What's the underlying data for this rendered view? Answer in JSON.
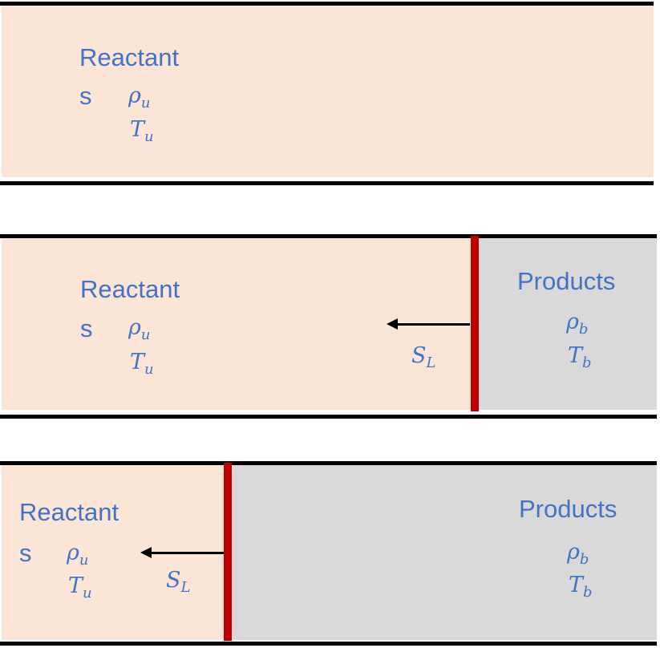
{
  "colors": {
    "reactants_fill": "#fbe5d6",
    "products_fill": "#d9d9d9",
    "flame_front": "#c00000",
    "label_text": "#4472c4",
    "wall": "#000000"
  },
  "panels": [
    {
      "reactants": {
        "label_line1": "Reactant",
        "label_line2": "s",
        "rho": "ρ",
        "rho_sub": "u",
        "T": "T",
        "T_sub": "u"
      }
    },
    {
      "reactants": {
        "label_line1": "Reactant",
        "label_line2": "s",
        "rho": "ρ",
        "rho_sub": "u",
        "T": "T",
        "T_sub": "u"
      },
      "flame": {
        "speed": "S",
        "speed_sub": "L"
      },
      "products": {
        "label": "Products",
        "rho": "ρ",
        "rho_sub": "b",
        "T": "T",
        "T_sub": "b"
      }
    },
    {
      "reactants": {
        "label_line1": "Reactant",
        "label_line2": "s",
        "rho": "ρ",
        "rho_sub": "u",
        "T": "T",
        "T_sub": "u"
      },
      "flame": {
        "speed": "S",
        "speed_sub": "L"
      },
      "products": {
        "label": "Products",
        "rho": "ρ",
        "rho_sub": "b",
        "T": "T",
        "T_sub": "b"
      }
    }
  ]
}
